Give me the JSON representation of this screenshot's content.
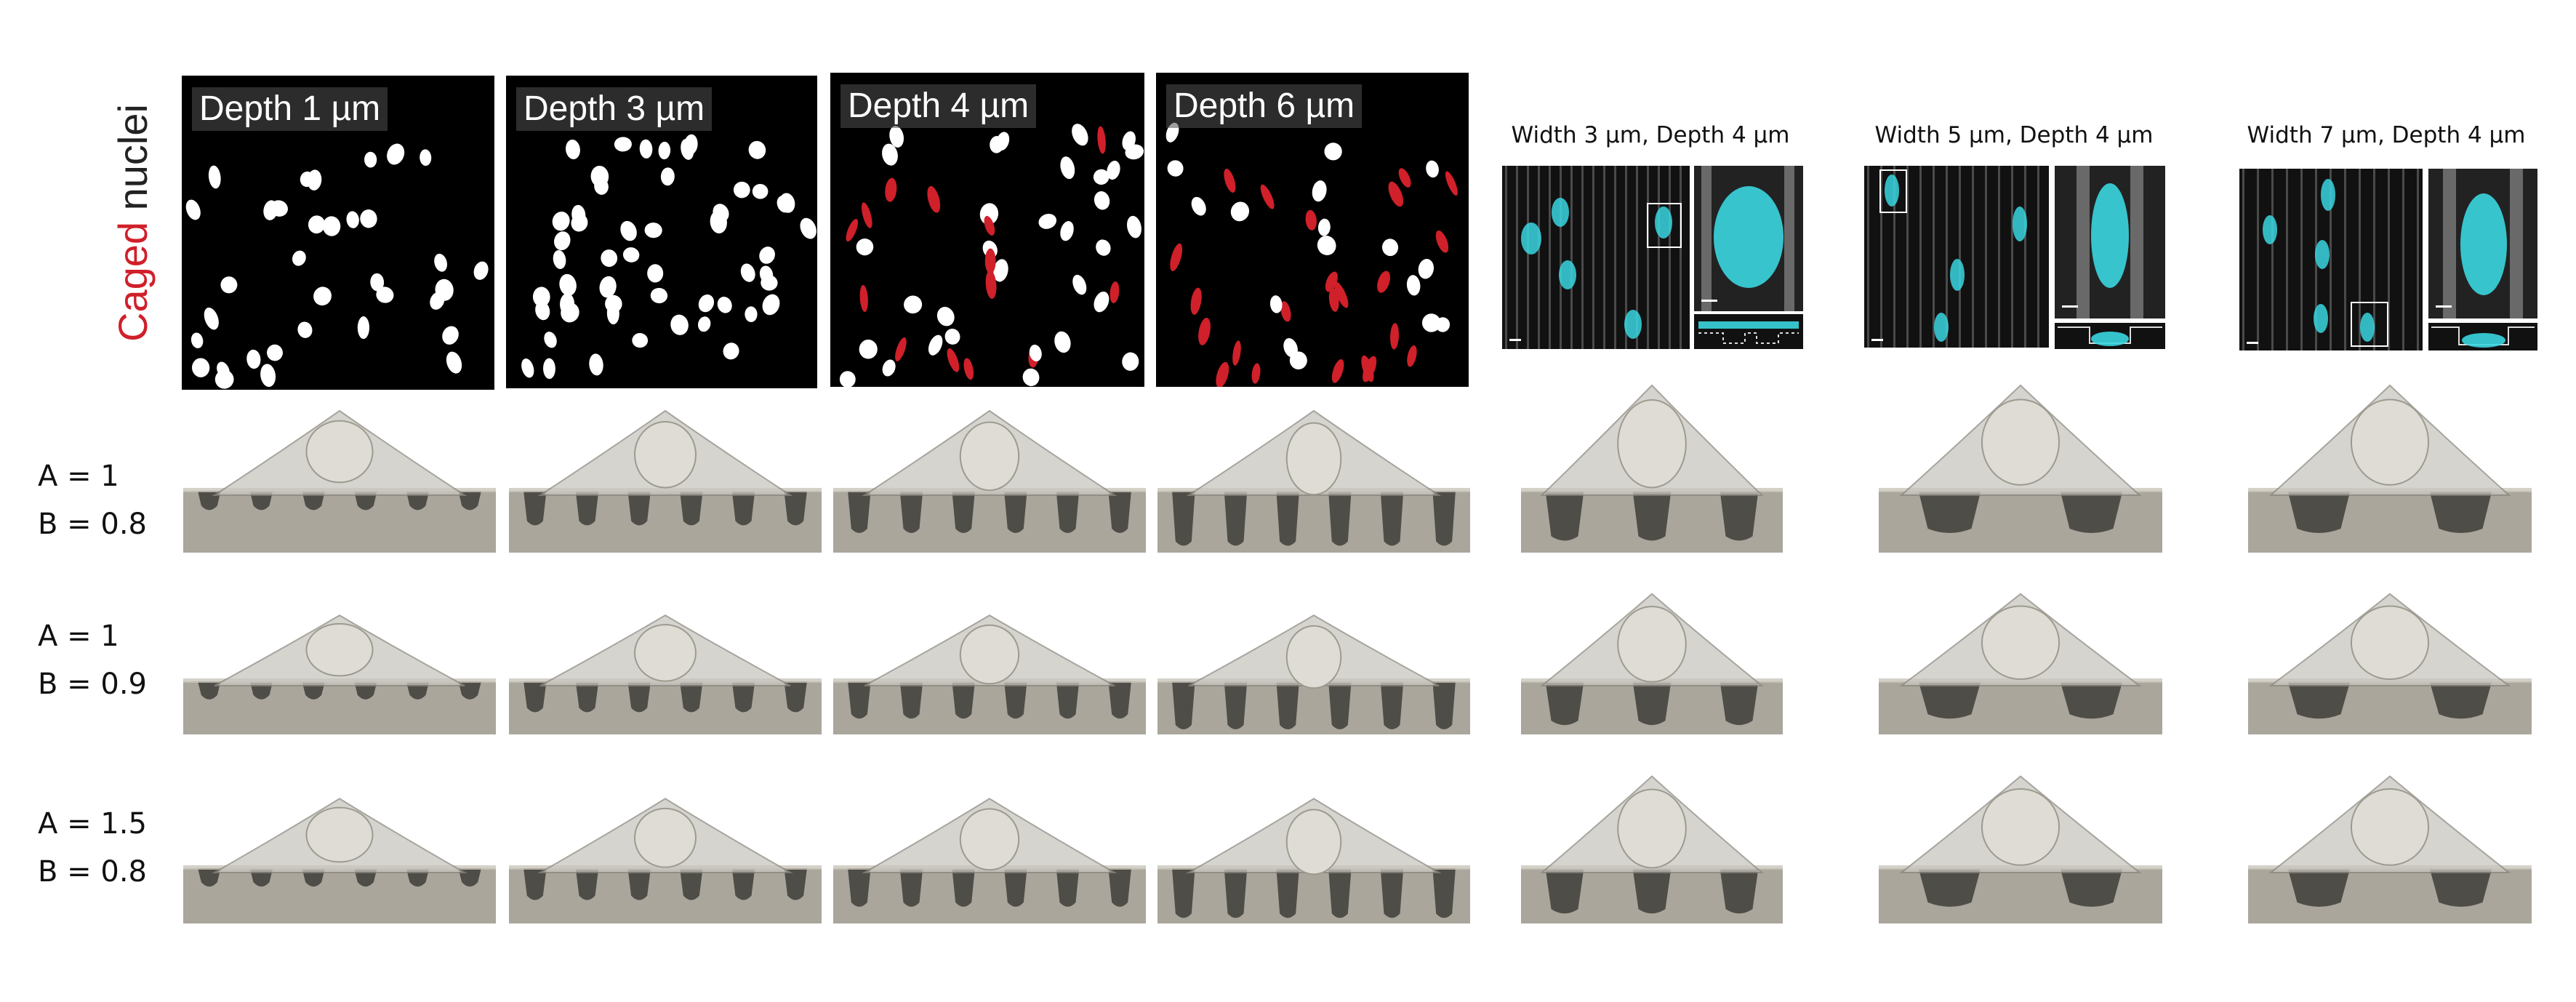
{
  "figure": {
    "ylabel_colored": "Caged",
    "ylabel_plain": " nuclei",
    "depth_panels": [
      {
        "label": "Depth 1 µm",
        "red_fraction": 0.0
      },
      {
        "label": "Depth 3 µm",
        "red_fraction": 0.03
      },
      {
        "label": "Depth 4 µm",
        "red_fraction": 0.35
      },
      {
        "label": "Depth 6 µm",
        "red_fraction": 0.5
      }
    ],
    "width_panels": [
      {
        "label": "Width 3 µm, Depth 4 µm"
      },
      {
        "label": "Width 5 µm, Depth 4 µm"
      },
      {
        "label": "Width 7 µm, Depth 4 µm"
      }
    ],
    "rows": [
      {
        "a_label": "A = 1",
        "b_label": "B = 0.8"
      },
      {
        "a_label": "A = 1",
        "b_label": "B = 0.9"
      },
      {
        "a_label": "A = 1.5",
        "b_label": "B = 0.8"
      }
    ],
    "colors": {
      "caged": "#d0202a",
      "nucleus_fluor": "#3ad6e0",
      "surface": "#8a877e"
    }
  }
}
